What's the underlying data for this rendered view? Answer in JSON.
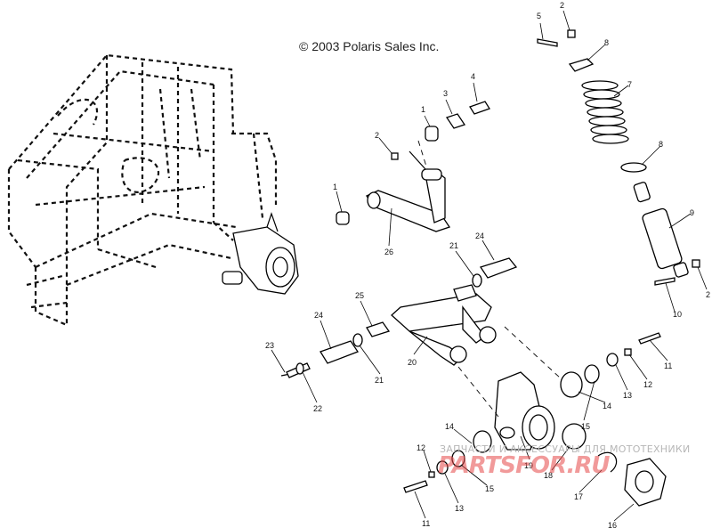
{
  "copyright": "© 2003 Polaris Sales Inc.",
  "watermark": {
    "text": "ЗАПЧАСТИ И АКСЕССУАРЫ ДЛЯ МОТОТЕХНИКИ",
    "logo": "PARTSFOR.RU"
  },
  "callouts": [
    {
      "id": "c-5",
      "label": "5"
    },
    {
      "id": "c-2-top",
      "label": "2"
    },
    {
      "id": "c-8-top",
      "label": "8"
    },
    {
      "id": "c-7",
      "label": "7"
    },
    {
      "id": "c-8-mid",
      "label": "8"
    },
    {
      "id": "c-9",
      "label": "9"
    },
    {
      "id": "c-2-right",
      "label": "2"
    },
    {
      "id": "c-10",
      "label": "10"
    },
    {
      "id": "c-4",
      "label": "4"
    },
    {
      "id": "c-3",
      "label": "3"
    },
    {
      "id": "c-1-top",
      "label": "1"
    },
    {
      "id": "c-2-left",
      "label": "2"
    },
    {
      "id": "c-1-left",
      "label": "1"
    },
    {
      "id": "c-26",
      "label": "26"
    },
    {
      "id": "c-21-top",
      "label": "21"
    },
    {
      "id": "c-24-top",
      "label": "24"
    },
    {
      "id": "c-25",
      "label": "25"
    },
    {
      "id": "c-24-left",
      "label": "24"
    },
    {
      "id": "c-23",
      "label": "23"
    },
    {
      "id": "c-20",
      "label": "20"
    },
    {
      "id": "c-21-bottom",
      "label": "21"
    },
    {
      "id": "c-22",
      "label": "22"
    },
    {
      "id": "c-11-right",
      "label": "11"
    },
    {
      "id": "c-12-right",
      "label": "12"
    },
    {
      "id": "c-13-right",
      "label": "13"
    },
    {
      "id": "c-14-right",
      "label": "14"
    },
    {
      "id": "c-15-right",
      "label": "15"
    },
    {
      "id": "c-14-left",
      "label": "14"
    },
    {
      "id": "c-19",
      "label": "19"
    },
    {
      "id": "c-18",
      "label": "18"
    },
    {
      "id": "c-12-left",
      "label": "12"
    },
    {
      "id": "c-15-left",
      "label": "15"
    },
    {
      "id": "c-13-left",
      "label": "13"
    },
    {
      "id": "c-17",
      "label": "17"
    },
    {
      "id": "c-16",
      "label": "16"
    },
    {
      "id": "c-11-left",
      "label": "11"
    }
  ]
}
